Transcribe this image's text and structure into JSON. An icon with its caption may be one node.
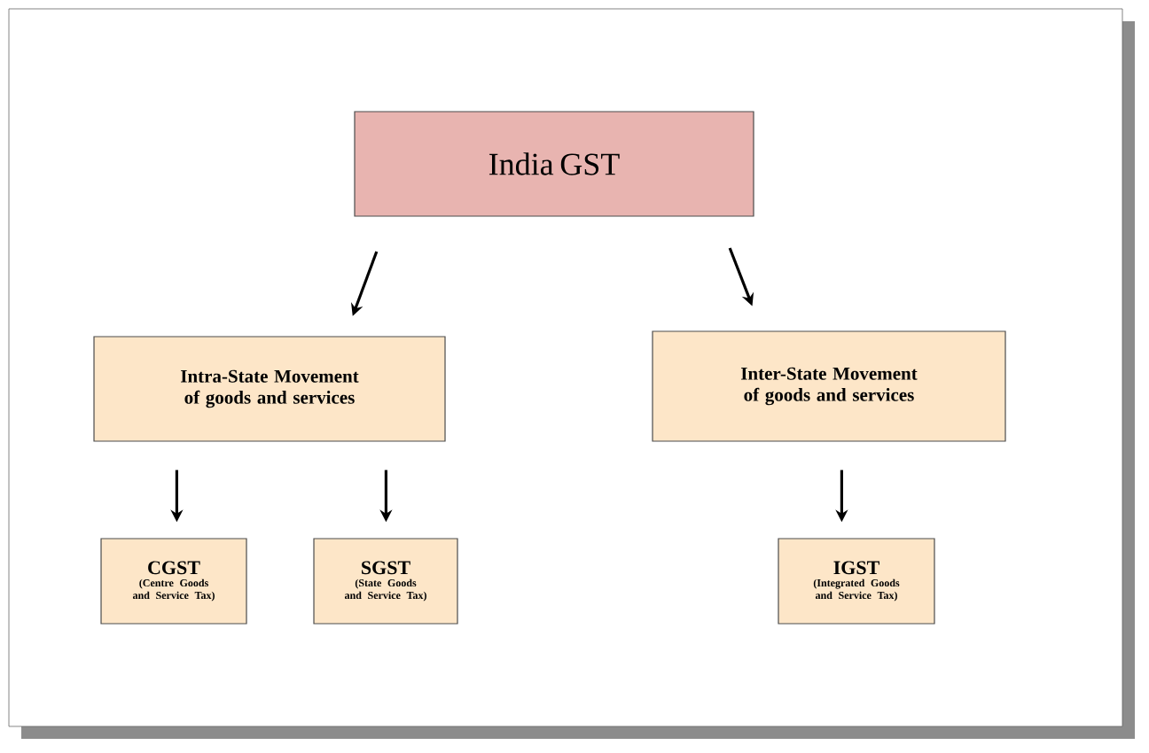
{
  "diagram": {
    "nodes": [
      {
        "text": [
          "India GST"
        ]
      },
      {
        "text": [
          "Intra-State Movement of goods and services"
        ]
      },
      {
        "text": [
          "Inter-State Movement of goods and services"
        ]
      },
      {
        "text": [
          "CGST",
          "(Centre Goods and Service Tax)"
        ]
      },
      {
        "text": [
          "SGST",
          "(State Goods and Service Tax)"
        ]
      },
      {
        "text": [
          "IGST",
          "(Integrated Goods and Service Tax)"
        ]
      }
    ],
    "edges": [
      {
        "from": 0,
        "to": 1,
        "arrow": "to"
      },
      {
        "from": 0,
        "to": 2,
        "arrow": "to"
      },
      {
        "from": 1,
        "to": 3,
        "arrow": "to"
      },
      {
        "from": 1,
        "to": 4,
        "arrow": "to"
      },
      {
        "from": 2,
        "to": 5,
        "arrow": "to"
      }
    ]
  }
}
